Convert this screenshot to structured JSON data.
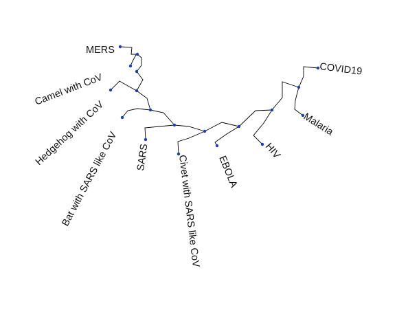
{
  "tree": {
    "type": "circular-phylogeny",
    "node_color": "#1f3fa8",
    "branch_color": "#000000",
    "tips": [
      {
        "id": "mers",
        "label": "MERS"
      },
      {
        "id": "camel",
        "label": "Camel with CoV"
      },
      {
        "id": "hedgehog",
        "label": "Hedgehog with CoV"
      },
      {
        "id": "bat",
        "label": "Bat with SARS like CoV"
      },
      {
        "id": "sars",
        "label": "SARS"
      },
      {
        "id": "civet",
        "label": "Civet with SARS like CoV"
      },
      {
        "id": "ebola",
        "label": "EBOLA"
      },
      {
        "id": "hiv",
        "label": "HIV"
      },
      {
        "id": "covid19",
        "label": "COVID19"
      },
      {
        "id": "malaria",
        "label": "Malaria"
      }
    ],
    "topology": "(((((MERS,Camel with CoV),Hedgehog with CoV),Bat with SARS like CoV),SARS),(Civet with SARS like CoV,(EBOLA,(HIV,(COVID19,Malaria)))))"
  }
}
